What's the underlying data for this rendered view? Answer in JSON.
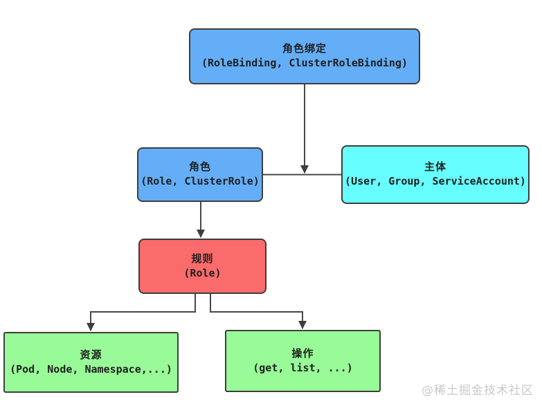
{
  "nodes": {
    "rolebinding": {
      "label": "角色绑定",
      "detail": "(RoleBinding, ClusterRoleBinding)",
      "color": "#64AEF8"
    },
    "role": {
      "label": "角色",
      "detail": "(Role, ClusterRole)",
      "color": "#64AEF8"
    },
    "subject": {
      "label": "主体",
      "detail": "(User, Group, ServiceAccount)",
      "color": "#66FEFE"
    },
    "rule": {
      "label": "规则",
      "detail": "(Role)",
      "color": "#FA6B6B"
    },
    "resource": {
      "label": "资源",
      "detail": "(Pod, Node, Namespace,...)",
      "color": "#98FB98"
    },
    "operation": {
      "label": "操作",
      "detail": "(get, list, ...)",
      "color": "#98FB98"
    }
  },
  "edges": [
    {
      "from": "rolebinding",
      "to": "role-subject-link",
      "arrow": true
    },
    {
      "from": "role",
      "to": "subject",
      "arrow": false
    },
    {
      "from": "role",
      "to": "rule",
      "arrow": true
    },
    {
      "from": "rule",
      "to": "resource",
      "arrow": true
    },
    {
      "from": "rule",
      "to": "operation",
      "arrow": true
    }
  ],
  "watermark": "@稀土掘金技术社区",
  "colors": {
    "background": "#ffffff",
    "border": "#3d3d3d",
    "line": "#474747",
    "arrowhead": "#3d3d3d",
    "text": "#1f1f1f",
    "watermark": "#c9c9c9",
    "node_blue": "#64AEF8",
    "node_cyan": "#66FEFE",
    "node_red": "#FA6B6B",
    "node_green": "#98FB98"
  }
}
